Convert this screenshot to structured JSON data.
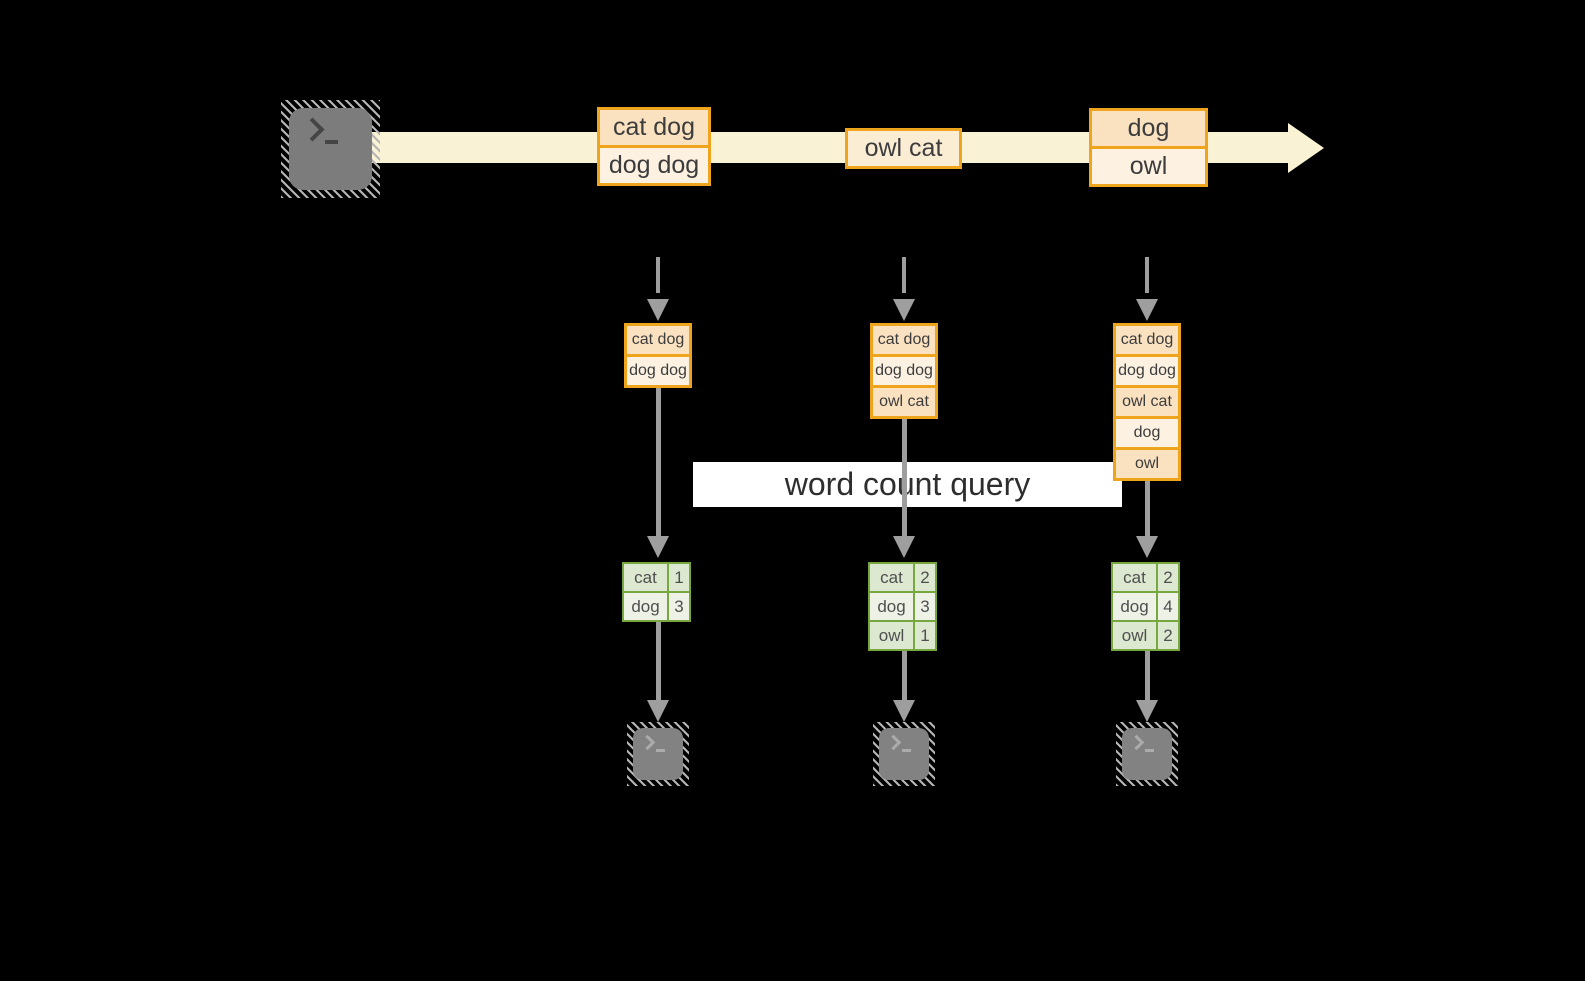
{
  "query_label": "word count query",
  "stream": {
    "source_icon": "terminal-icon",
    "events": [
      {
        "lines": [
          "cat dog",
          "dog dog"
        ]
      },
      {
        "lines": [
          "owl cat"
        ]
      },
      {
        "lines": [
          "dog",
          "owl"
        ]
      }
    ]
  },
  "columns": [
    {
      "buffer": [
        "cat dog",
        "dog dog"
      ],
      "counts": [
        {
          "word": "cat",
          "count": "1"
        },
        {
          "word": "dog",
          "count": "3"
        }
      ],
      "sink_icon": "terminal-icon"
    },
    {
      "buffer": [
        "cat dog",
        "dog dog",
        "owl cat"
      ],
      "counts": [
        {
          "word": "cat",
          "count": "2"
        },
        {
          "word": "dog",
          "count": "3"
        },
        {
          "word": "owl",
          "count": "1"
        }
      ],
      "sink_icon": "terminal-icon"
    },
    {
      "buffer": [
        "cat dog",
        "dog dog",
        "owl cat",
        "dog",
        "owl"
      ],
      "counts": [
        {
          "word": "cat",
          "count": "2"
        },
        {
          "word": "dog",
          "count": "4"
        },
        {
          "word": "owl",
          "count": "2"
        }
      ],
      "sink_icon": "terminal-icon"
    }
  ],
  "colors": {
    "background": "#000000",
    "band": "#FAF2D4",
    "orange": "#EFA41E",
    "peach": "#FAE2C1",
    "cream": "#FDF2E2",
    "peach_light": "#FBECD4",
    "ink": "#3C3C3C",
    "arrow_gray": "#9E9E9E",
    "green": "#76A83F",
    "green_dark": "#DCE8D0",
    "green_light": "#EEF2E6",
    "green_ink": "#4F4F4F",
    "label_bg": "#FFFFFF",
    "label_ink": "#2E2E2E",
    "term_body": "#7C7C7C",
    "term_body_sm": "#828282",
    "term_glyph": "#454545",
    "term_glyph_sm": "#ABABAB",
    "hatch": "#B5B5B5"
  }
}
